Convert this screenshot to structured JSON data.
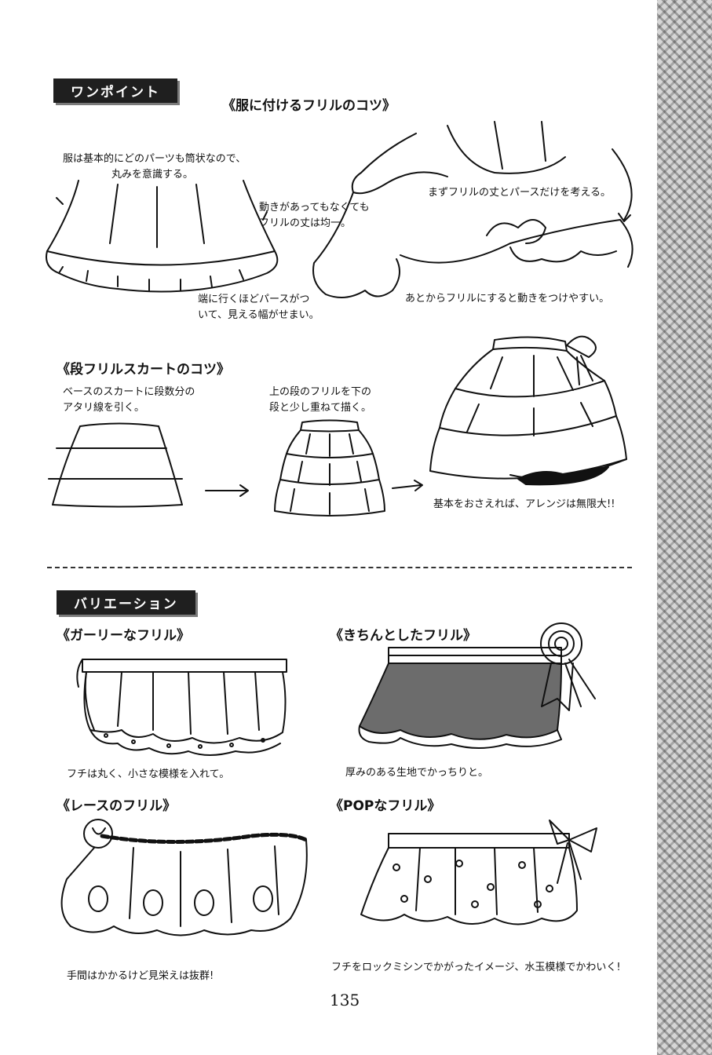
{
  "tags": {
    "onepoint": "ワンポイント",
    "variation": "バリエーション"
  },
  "sections": {
    "clothes_frill": {
      "heading": "《服に付けるフリルのコツ》",
      "note_tube": [
        "服は基本的にどのパーツも筒状なので、",
        "丸みを意識する。"
      ],
      "note_movement": [
        "動きがあってもなくても",
        "フリルの丈は均一。"
      ],
      "note_edge": [
        "端に行くほどパースがつ",
        "いて、見える幅がせまい。"
      ],
      "note_first": "まずフリルの丈とパースだけを考える。",
      "note_after": "あとからフリルにすると動きをつけやすい。"
    },
    "tiered_skirt": {
      "heading": "《段フリルスカートのコツ》",
      "note_base": [
        "ベースのスカートに段数分の",
        "アタリ線を引く。"
      ],
      "note_overlap": [
        "上の段のフリルを下の",
        "段と少し重ねて描く。"
      ],
      "note_arrange": "基本をおさえれば、アレンジは無限大!!"
    },
    "girly": {
      "heading": "《ガーリーなフリル》",
      "caption": "フチは丸く、小さな模様を入れて。"
    },
    "neat": {
      "heading": "《きちんとしたフリル》",
      "caption": "厚みのある生地でかっちりと。"
    },
    "lace": {
      "heading": "《レースのフリル》",
      "caption": "手間はかかるけど見栄えは抜群!"
    },
    "pop": {
      "heading": "《POPなフリル》",
      "caption": "フチをロックミシンでかがったイメージ、水玉模様でかわいく!"
    }
  },
  "page_number": "135",
  "icons": [
    "arrow-right-icon",
    "rosette-icon",
    "ribbon-bow-icon",
    "rose-icon"
  ]
}
